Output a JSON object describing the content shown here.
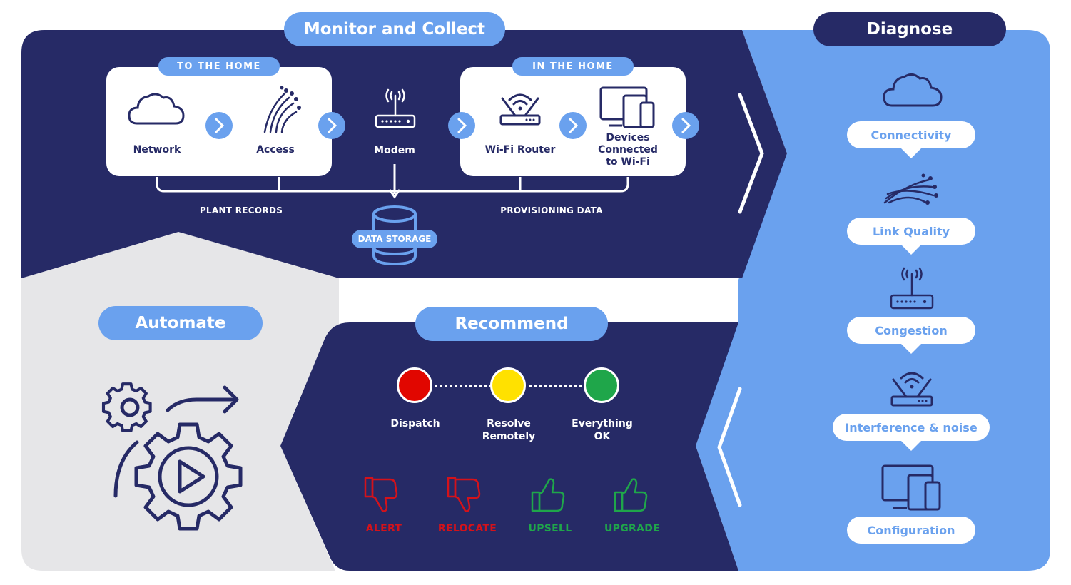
{
  "sections": {
    "monitor": "Monitor and Collect",
    "diagnose": "Diagnose",
    "automate": "Automate",
    "recommend": "Recommend"
  },
  "monitor": {
    "to_home": "TO THE HOME",
    "in_home": "IN THE HOME",
    "nodes": [
      "Network",
      "Access",
      "Modem",
      "Wi-Fi Router",
      "Devices Connected to Wi-Fi"
    ],
    "plant_records": "PLANT RECORDS",
    "provisioning": "PROVISIONING DATA",
    "data_storage": "DATA STORAGE"
  },
  "diagnose": {
    "items": [
      "Connectivity",
      "Link Quality",
      "Congestion",
      "Interference & noise",
      "Configuration"
    ]
  },
  "recommend": {
    "states": [
      {
        "label": "Dispatch",
        "color": "#e10600"
      },
      {
        "label": "Resolve Remotely",
        "color": "#ffe100"
      },
      {
        "label": "Everything OK",
        "color": "#1fa64a"
      }
    ],
    "actions": [
      {
        "label": "ALERT",
        "color": "#d4121a",
        "icon": "thumbs-down-icon"
      },
      {
        "label": "RELOCATE",
        "color": "#d4121a",
        "icon": "thumbs-down-icon"
      },
      {
        "label": "UPSELL",
        "color": "#1fa64a",
        "icon": "thumbs-up-icon"
      },
      {
        "label": "UPGRADE",
        "color": "#1fa64a",
        "icon": "thumbs-up-icon"
      }
    ]
  },
  "colors": {
    "navy": "#262a66",
    "light_blue": "#6aa1ee",
    "grey": "#e6e6e8"
  }
}
